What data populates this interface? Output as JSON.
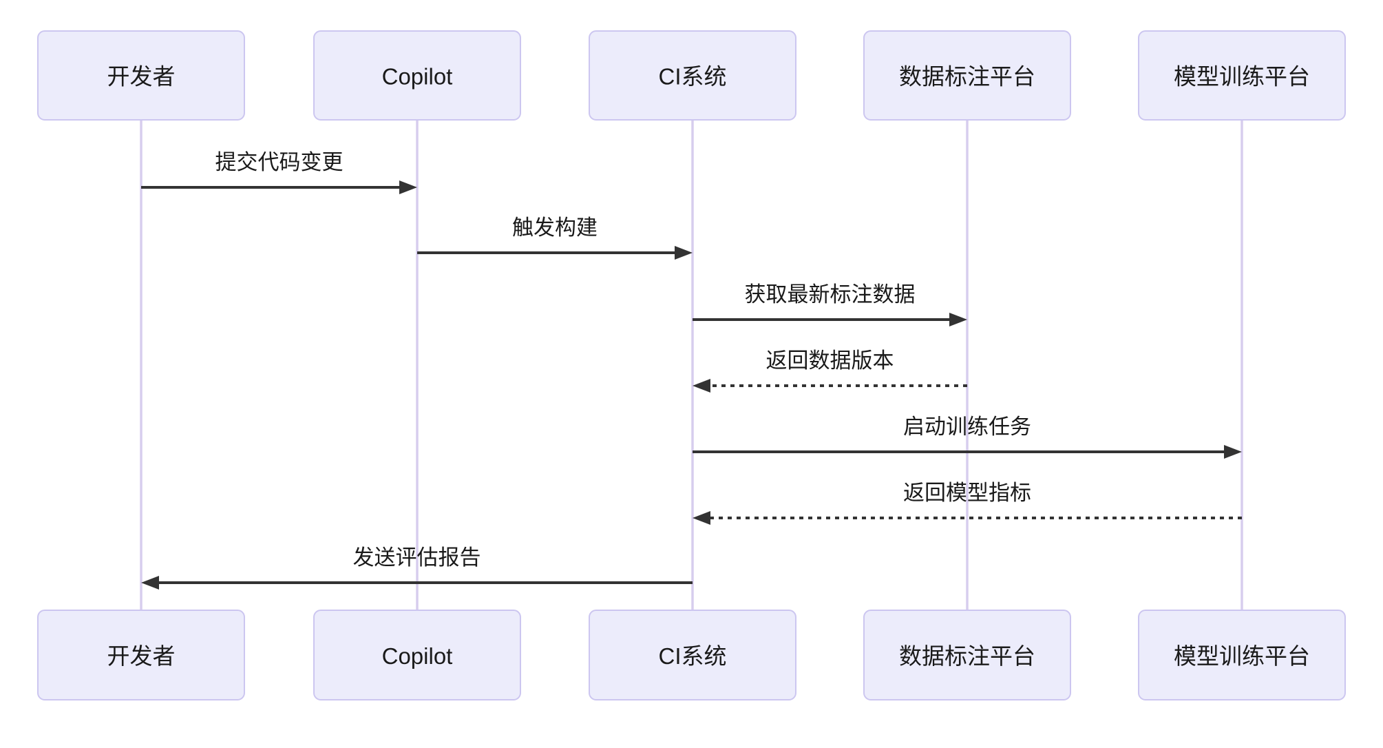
{
  "diagram": {
    "type": "sequence",
    "actors": [
      {
        "id": "developer",
        "label": "开发者"
      },
      {
        "id": "copilot",
        "label": "Copilot"
      },
      {
        "id": "ci-system",
        "label": "CI系统"
      },
      {
        "id": "data-annotation-platform",
        "label": "数据标注平台"
      },
      {
        "id": "model-training-platform",
        "label": "模型训练平台"
      }
    ],
    "messages": [
      {
        "from": "developer",
        "to": "copilot",
        "label": "提交代码变更",
        "line": "solid"
      },
      {
        "from": "copilot",
        "to": "ci-system",
        "label": "触发构建",
        "line": "solid"
      },
      {
        "from": "ci-system",
        "to": "data-annotation-platform",
        "label": "获取最新标注数据",
        "line": "solid"
      },
      {
        "from": "data-annotation-platform",
        "to": "ci-system",
        "label": "返回数据版本",
        "line": "dashed"
      },
      {
        "from": "ci-system",
        "to": "model-training-platform",
        "label": "启动训练任务",
        "line": "solid"
      },
      {
        "from": "model-training-platform",
        "to": "ci-system",
        "label": "返回模型指标",
        "line": "dashed"
      },
      {
        "from": "ci-system",
        "to": "developer",
        "label": "发送评估报告",
        "line": "solid"
      }
    ],
    "colors": {
      "background": "#ffffff",
      "actor_fill": "#ECECFB",
      "actor_border": "#CCC6F0",
      "actor_text": "#131313",
      "lifeline": "#D7CDEE",
      "message_line": "#333333",
      "message_text": "#222222"
    }
  }
}
